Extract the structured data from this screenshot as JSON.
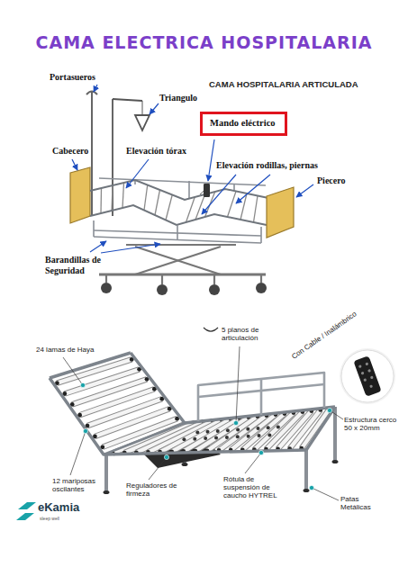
{
  "diagram": {
    "title": "CAMA ELECTRICA HOSPITALARIA",
    "nodes": [
      {
        "text": [
          "Mando eléctrico"
        ]
      }
    ],
    "labels": [
      "CAMA HOSPITALARIA ARTICULADA",
      "Portasueros",
      "Triangulo",
      "Cabecero",
      "Elevación tórax",
      "Elevación rodillas, piernas",
      "Piecero",
      "Barandillas de Seguridad",
      "5 planos de articulación",
      "Con Cable / Inalámbrico",
      "24 lamas de Haya",
      "Estructura cerco 50 x 20mm",
      "12 mariposas oscilantes",
      "Reguladores de firmeza",
      "Rótula de suspensión de caucho HYTREL",
      "Patas Metálicas",
      "eKamia",
      "sleep well"
    ]
  }
}
